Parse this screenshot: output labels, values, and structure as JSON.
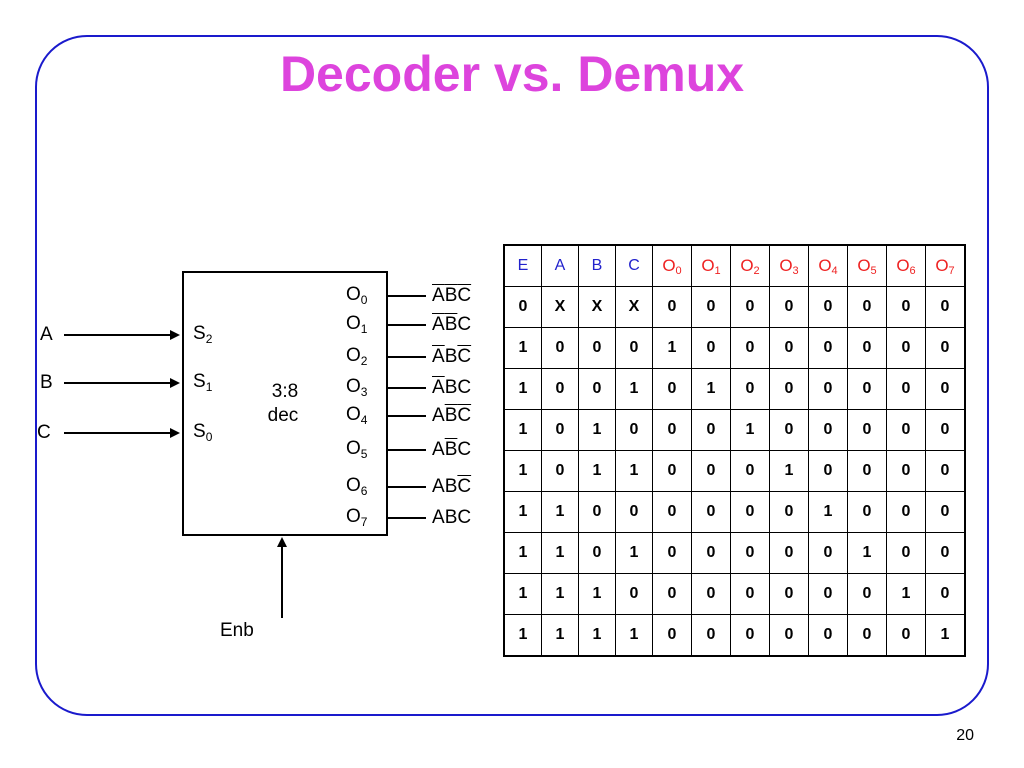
{
  "slide": {
    "title": "Decoder vs. Demux",
    "page_number": "20"
  },
  "colors": {
    "title": "#dd44dd",
    "frame": "#1a1acc",
    "input_headers": "#2222cc",
    "output_headers": "#ee2222"
  },
  "decoder": {
    "label_line1": "3:8",
    "label_line2": "dec",
    "enable_label": "Enb",
    "inputs": [
      {
        "signal": "A",
        "pin": "S",
        "sub": "2"
      },
      {
        "signal": "B",
        "pin": "S",
        "sub": "1"
      },
      {
        "signal": "C",
        "pin": "S",
        "sub": "0"
      }
    ],
    "outputs": [
      {
        "pin": "O",
        "sub": "0",
        "term": [
          {
            "ch": "A",
            "bar": true
          },
          {
            "ch": "B",
            "bar": true
          },
          {
            "ch": "C",
            "bar": true
          }
        ]
      },
      {
        "pin": "O",
        "sub": "1",
        "term": [
          {
            "ch": "A",
            "bar": true
          },
          {
            "ch": "B",
            "bar": true
          },
          {
            "ch": "C",
            "bar": false
          }
        ]
      },
      {
        "pin": "O",
        "sub": "2",
        "term": [
          {
            "ch": "A",
            "bar": true
          },
          {
            "ch": "B",
            "bar": false
          },
          {
            "ch": "C",
            "bar": true
          }
        ]
      },
      {
        "pin": "O",
        "sub": "3",
        "term": [
          {
            "ch": "A",
            "bar": true
          },
          {
            "ch": "B",
            "bar": false
          },
          {
            "ch": "C",
            "bar": false
          }
        ]
      },
      {
        "pin": "O",
        "sub": "4",
        "term": [
          {
            "ch": "A",
            "bar": false
          },
          {
            "ch": "B",
            "bar": true
          },
          {
            "ch": "C",
            "bar": true
          }
        ]
      },
      {
        "pin": "O",
        "sub": "5",
        "term": [
          {
            "ch": "A",
            "bar": false
          },
          {
            "ch": "B",
            "bar": true
          },
          {
            "ch": "C",
            "bar": false
          }
        ]
      },
      {
        "pin": "O",
        "sub": "6",
        "term": [
          {
            "ch": "A",
            "bar": false
          },
          {
            "ch": "B",
            "bar": false
          },
          {
            "ch": "C",
            "bar": true
          }
        ]
      },
      {
        "pin": "O",
        "sub": "7",
        "term": [
          {
            "ch": "A",
            "bar": false
          },
          {
            "ch": "B",
            "bar": false
          },
          {
            "ch": "C",
            "bar": false
          }
        ]
      }
    ]
  },
  "truth_table": {
    "input_headers": [
      "E",
      "A",
      "B",
      "C"
    ],
    "output_headers": [
      {
        "base": "O",
        "sub": "0"
      },
      {
        "base": "O",
        "sub": "1"
      },
      {
        "base": "O",
        "sub": "2"
      },
      {
        "base": "O",
        "sub": "3"
      },
      {
        "base": "O",
        "sub": "4"
      },
      {
        "base": "O",
        "sub": "5"
      },
      {
        "base": "O",
        "sub": "6"
      },
      {
        "base": "O",
        "sub": "7"
      }
    ],
    "rows": [
      [
        "0",
        "X",
        "X",
        "X",
        "0",
        "0",
        "0",
        "0",
        "0",
        "0",
        "0",
        "0"
      ],
      [
        "1",
        "0",
        "0",
        "0",
        "1",
        "0",
        "0",
        "0",
        "0",
        "0",
        "0",
        "0"
      ],
      [
        "1",
        "0",
        "0",
        "1",
        "0",
        "1",
        "0",
        "0",
        "0",
        "0",
        "0",
        "0"
      ],
      [
        "1",
        "0",
        "1",
        "0",
        "0",
        "0",
        "1",
        "0",
        "0",
        "0",
        "0",
        "0"
      ],
      [
        "1",
        "0",
        "1",
        "1",
        "0",
        "0",
        "0",
        "1",
        "0",
        "0",
        "0",
        "0"
      ],
      [
        "1",
        "1",
        "0",
        "0",
        "0",
        "0",
        "0",
        "0",
        "1",
        "0",
        "0",
        "0"
      ],
      [
        "1",
        "1",
        "0",
        "1",
        "0",
        "0",
        "0",
        "0",
        "0",
        "1",
        "0",
        "0"
      ],
      [
        "1",
        "1",
        "1",
        "0",
        "0",
        "0",
        "0",
        "0",
        "0",
        "0",
        "1",
        "0"
      ],
      [
        "1",
        "1",
        "1",
        "1",
        "0",
        "0",
        "0",
        "0",
        "0",
        "0",
        "0",
        "1"
      ]
    ]
  }
}
